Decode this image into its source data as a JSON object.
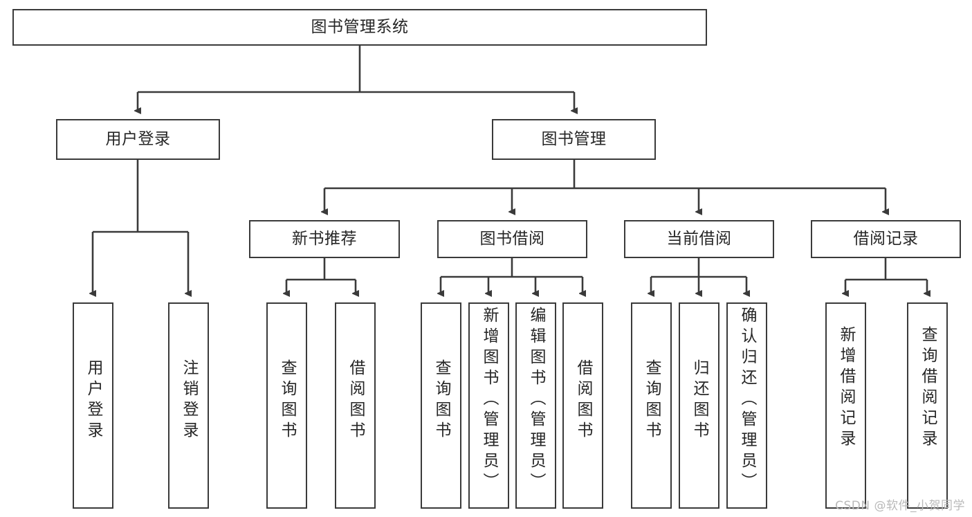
{
  "diagram": {
    "title": "图书管理系统",
    "type": "tree-hierarchy",
    "root": {
      "id": "root",
      "label": "图书管理系统"
    },
    "level2": [
      {
        "id": "user-login",
        "label": "用户登录"
      },
      {
        "id": "book-manage",
        "label": "图书管理"
      }
    ],
    "level3": [
      {
        "id": "new-book-rec",
        "label": "新书推荐",
        "parent": "book-manage"
      },
      {
        "id": "book-borrow",
        "label": "图书借阅",
        "parent": "book-manage"
      },
      {
        "id": "current-borrow",
        "label": "当前借阅",
        "parent": "book-manage"
      },
      {
        "id": "borrow-record",
        "label": "借阅记录",
        "parent": "book-manage"
      }
    ],
    "leaves": [
      {
        "id": "leaf-user-login",
        "label": "用户登录",
        "parent": "user-login"
      },
      {
        "id": "leaf-user-logout",
        "label": "注销登录",
        "parent": "user-login"
      },
      {
        "id": "leaf-query-book-1",
        "label": "查询图书",
        "parent": "new-book-rec"
      },
      {
        "id": "leaf-borrow-book-1",
        "label": "借阅图书",
        "parent": "new-book-rec"
      },
      {
        "id": "leaf-query-book-2",
        "label": "查询图书",
        "parent": "book-borrow"
      },
      {
        "id": "leaf-add-book",
        "label": "新增图书（管理员）",
        "parent": "book-borrow"
      },
      {
        "id": "leaf-edit-book",
        "label": "编辑图书（管理员）",
        "parent": "book-borrow"
      },
      {
        "id": "leaf-borrow-book-2",
        "label": "借阅图书",
        "parent": "book-borrow"
      },
      {
        "id": "leaf-query-book-3",
        "label": "查询图书",
        "parent": "current-borrow"
      },
      {
        "id": "leaf-return-book",
        "label": "归还图书",
        "parent": "current-borrow"
      },
      {
        "id": "leaf-confirm-return",
        "label": "确认归还（管理员）",
        "parent": "current-borrow"
      },
      {
        "id": "leaf-add-record",
        "label": "新增借阅记录",
        "parent": "borrow-record"
      },
      {
        "id": "leaf-query-record",
        "label": "查询借阅记录",
        "parent": "borrow-record"
      }
    ],
    "colors": {
      "box_border": "#3a3a3a",
      "box_fill": "#ffffff",
      "connector": "#3a3a3a",
      "text": "#262626",
      "watermark": "#b9b9b9",
      "background": "#ffffff"
    }
  },
  "watermark": {
    "text": "CSDN @软件_小贺同学"
  }
}
